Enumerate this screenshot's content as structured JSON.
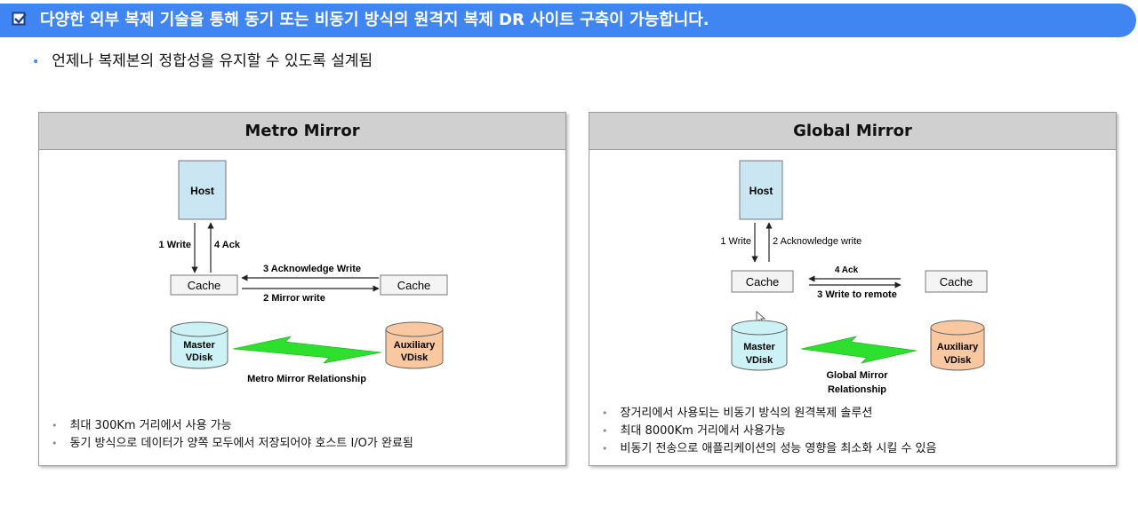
{
  "header": {
    "title": "다양한 외부 복제 기술을 통해 동기 또는 비동기 방식의 원격지 복제 DR 사이트 구축이 가능합니다.",
    "bullet": "언제나 복제본의 정합성을 유지할 수 있도록 설계됨"
  },
  "metro": {
    "title": "Metro Mirror",
    "host": "Host",
    "write": "1 Write",
    "ack": "4 Ack",
    "cache_left": "Cache",
    "cache_right": "Cache",
    "ack_write": "3 Acknowledge Write",
    "mirror_write": "2 Mirror write",
    "master_l1": "Master",
    "master_l2": "VDisk",
    "aux_l1": "Auxiliary",
    "aux_l2": "VDisk",
    "relationship": "Metro Mirror Relationship",
    "notes": [
      "최대 300Km 거리에서 사용 가능",
      "동기 방식으로 데이터가 양쪽 모두에서 저장되어야 호스트 I/O가 완료됨"
    ]
  },
  "global": {
    "title": "Global Mirror",
    "host": "Host",
    "write": "1 Write",
    "ack_write": "2 Acknowledge write",
    "cache_left": "Cache",
    "cache_right": "Cache",
    "ack": "4 Ack",
    "write_remote": "3 Write to remote",
    "master_l1": "Master",
    "master_l2": "VDisk",
    "aux_l1": "Auxiliary",
    "aux_l2": "VDisk",
    "relationship_l1": "Global Mirror",
    "relationship_l2": "Relationship",
    "notes": [
      "장거리에서 사용되는 비동기 방식의 원격복제 솔루션",
      "최대 8000Km 거리에서 사용가능",
      "비동기 전송으로 애플리케이션의 성능 영향을 최소화 시킬 수 있음"
    ]
  },
  "colors": {
    "accent": "#3f86f2",
    "host_fill": "#c9e6f2",
    "master_fill": "#ccf2f6",
    "aux_fill": "#f9c8a0",
    "bolt_fill": "#2ee02e"
  }
}
